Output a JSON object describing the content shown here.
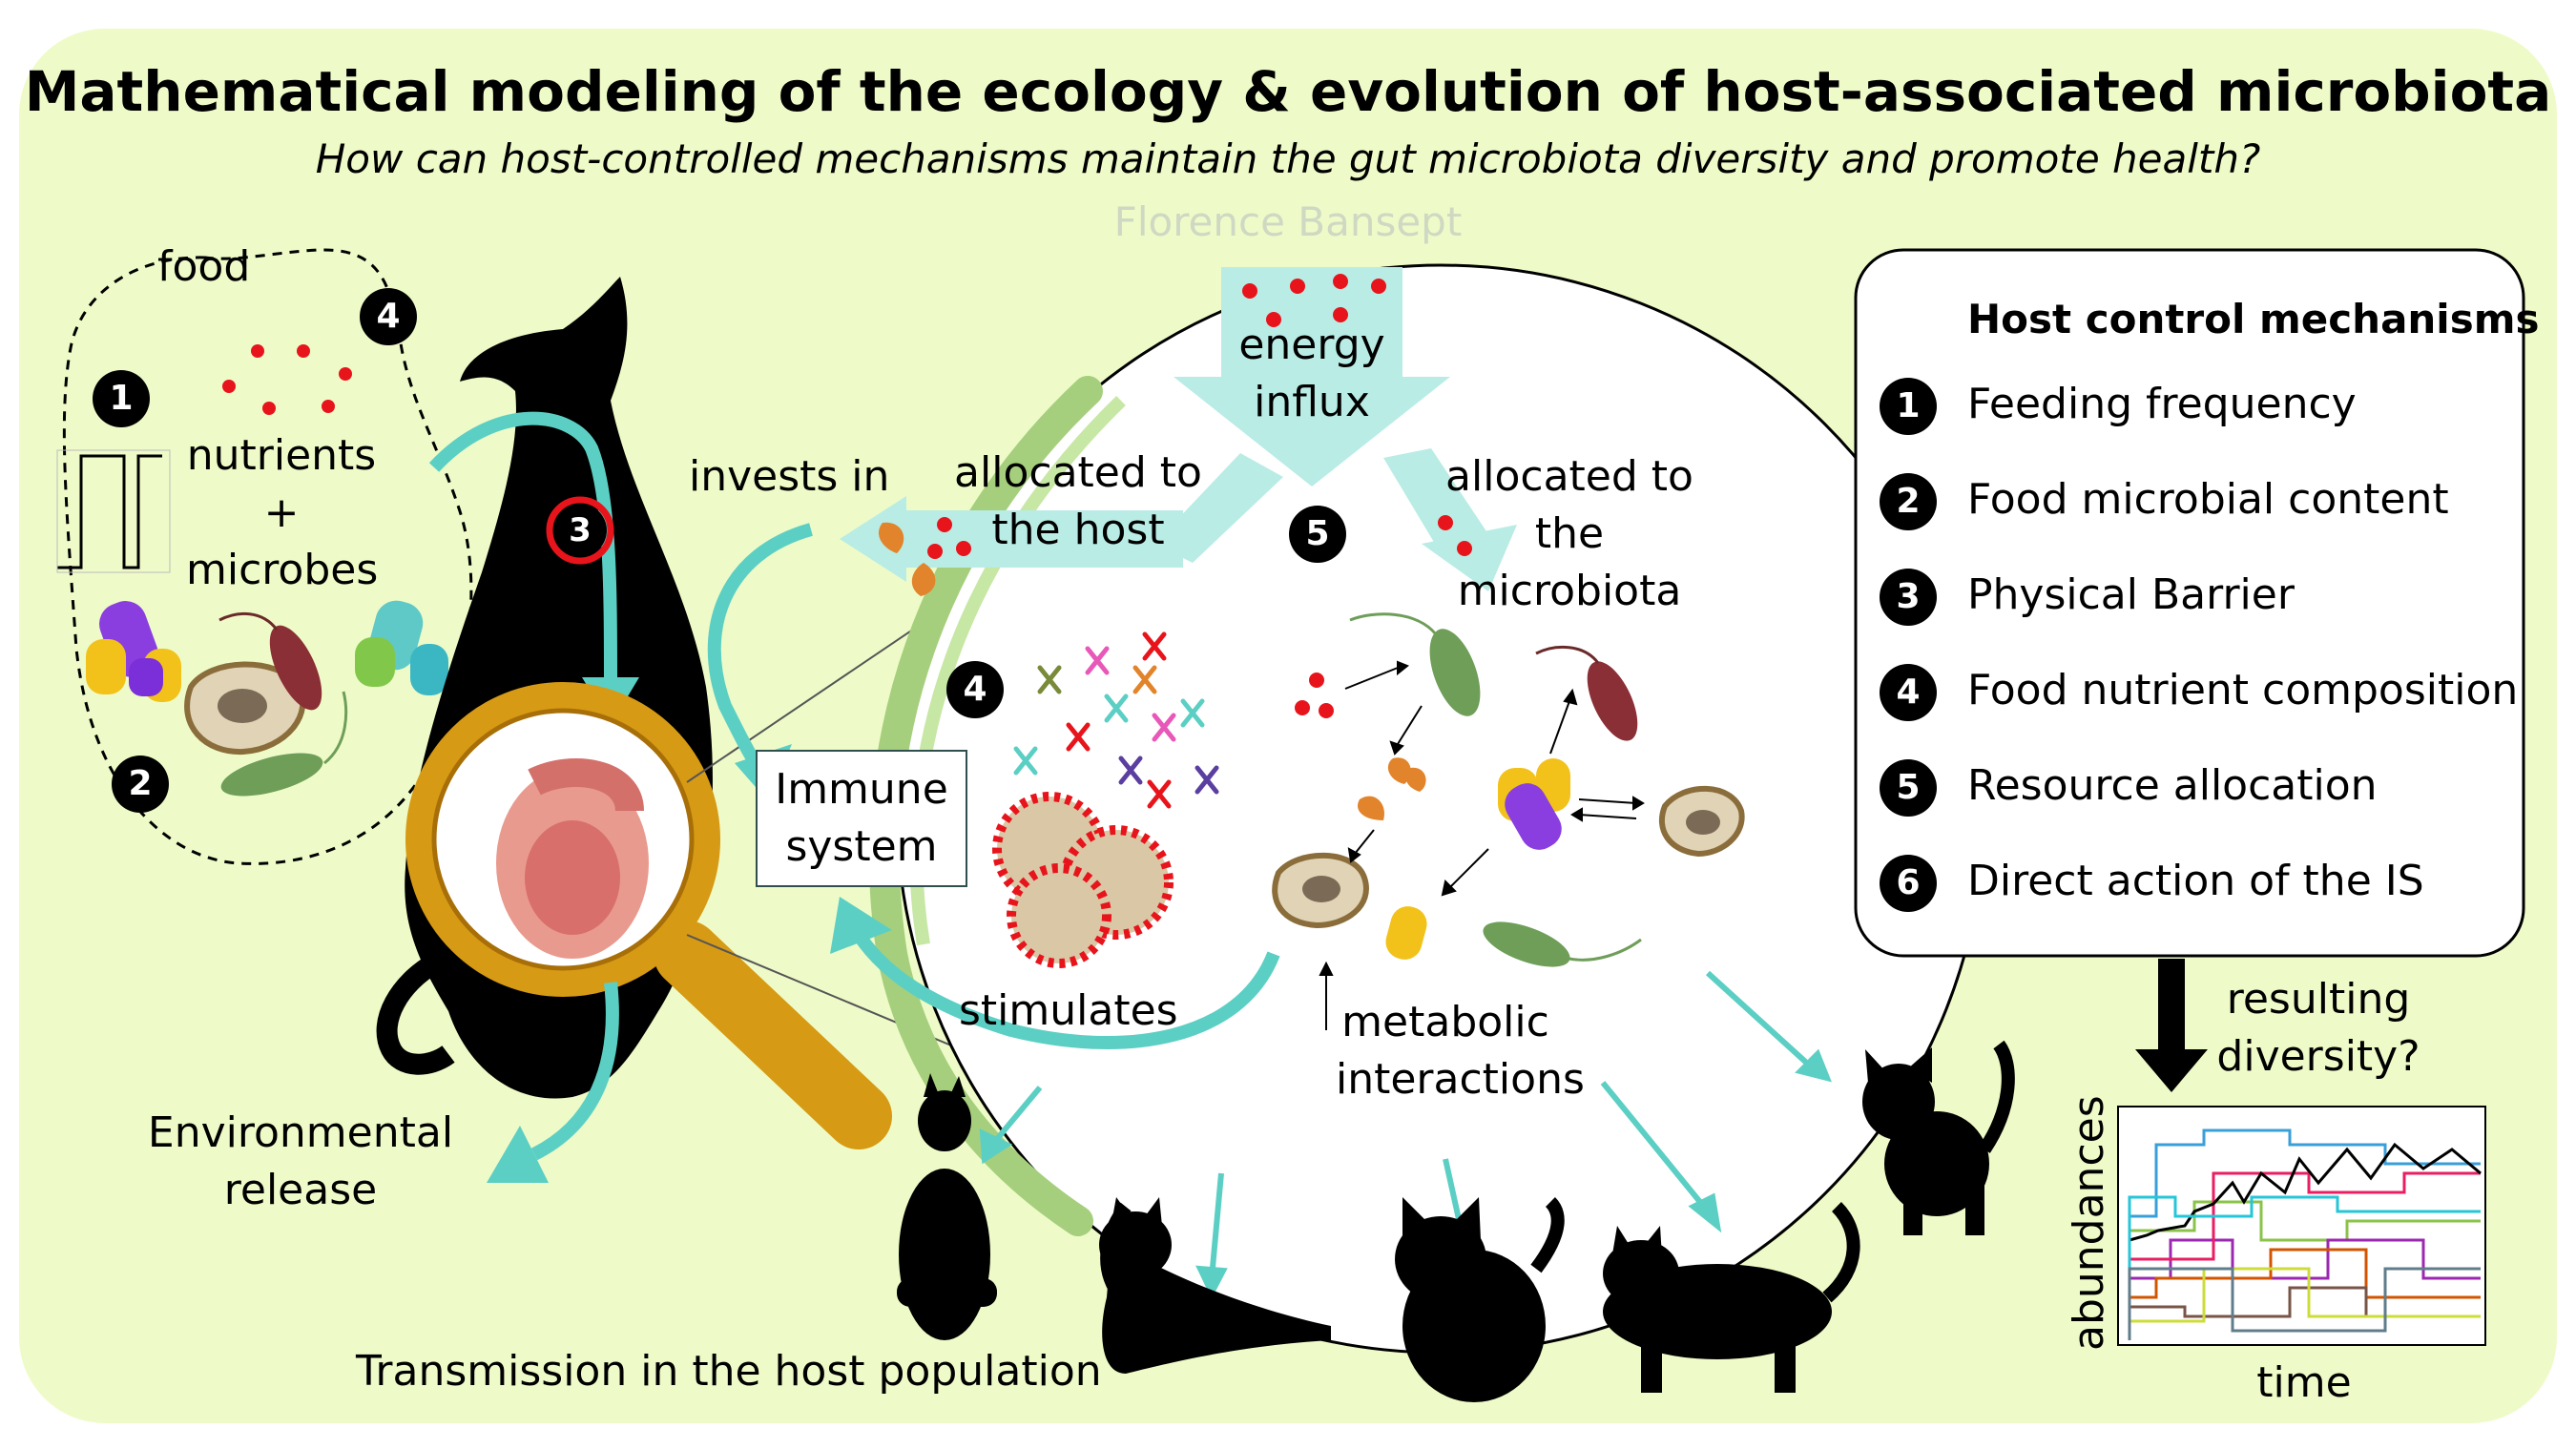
{
  "title": "Mathematical modeling of the ecology & evolution of host-associated microbiota",
  "subtitle": "How can host-controlled mechanisms maintain the gut microbiota diversity and promote health?",
  "author": "Florence Bansept",
  "labels": {
    "food": "food",
    "nutrients": "nutrients",
    "plus": "+",
    "microbes": "microbes",
    "invests_in": "invests in",
    "allocated_host_1": "allocated to",
    "allocated_host_2": "the host",
    "energy_1": "energy",
    "energy_2": "influx",
    "allocated_micro_1": "allocated to",
    "allocated_micro_2": "the",
    "allocated_micro_3": "microbiota",
    "immune_1": "Immune",
    "immune_2": "system",
    "stimulates": "stimulates",
    "metabolic_1": "metabolic",
    "metabolic_2": "interactions",
    "env_1": "Environmental",
    "env_2": "release",
    "transmission": "Transmission in the host population",
    "resulting_1": "resulting",
    "resulting_2": "diversity?",
    "abundances": "abundances",
    "time": "time"
  },
  "markers": {
    "m1": "1",
    "m2": "2",
    "m3": "3",
    "m4a": "4",
    "m4b": "4",
    "m5": "5"
  },
  "legend": {
    "title": "Host control mechanisms",
    "items": [
      {
        "num": "1",
        "label": "Feeding frequency"
      },
      {
        "num": "2",
        "label": "Food microbial content"
      },
      {
        "num": "3",
        "label": "Physical Barrier"
      },
      {
        "num": "4",
        "label": "Food nutrient composition"
      },
      {
        "num": "5",
        "label": "Resource allocation"
      },
      {
        "num": "6",
        "label": "Direct action of the IS"
      }
    ]
  },
  "colors": {
    "background_panel": "#eefbc8",
    "teal_arrow": "#5ccfc4",
    "arrow_light": "#b9ece5",
    "nutrient_red": "#e8141b",
    "magnifier_gold": "#d79a14",
    "host_green": "#a6cf7d"
  }
}
